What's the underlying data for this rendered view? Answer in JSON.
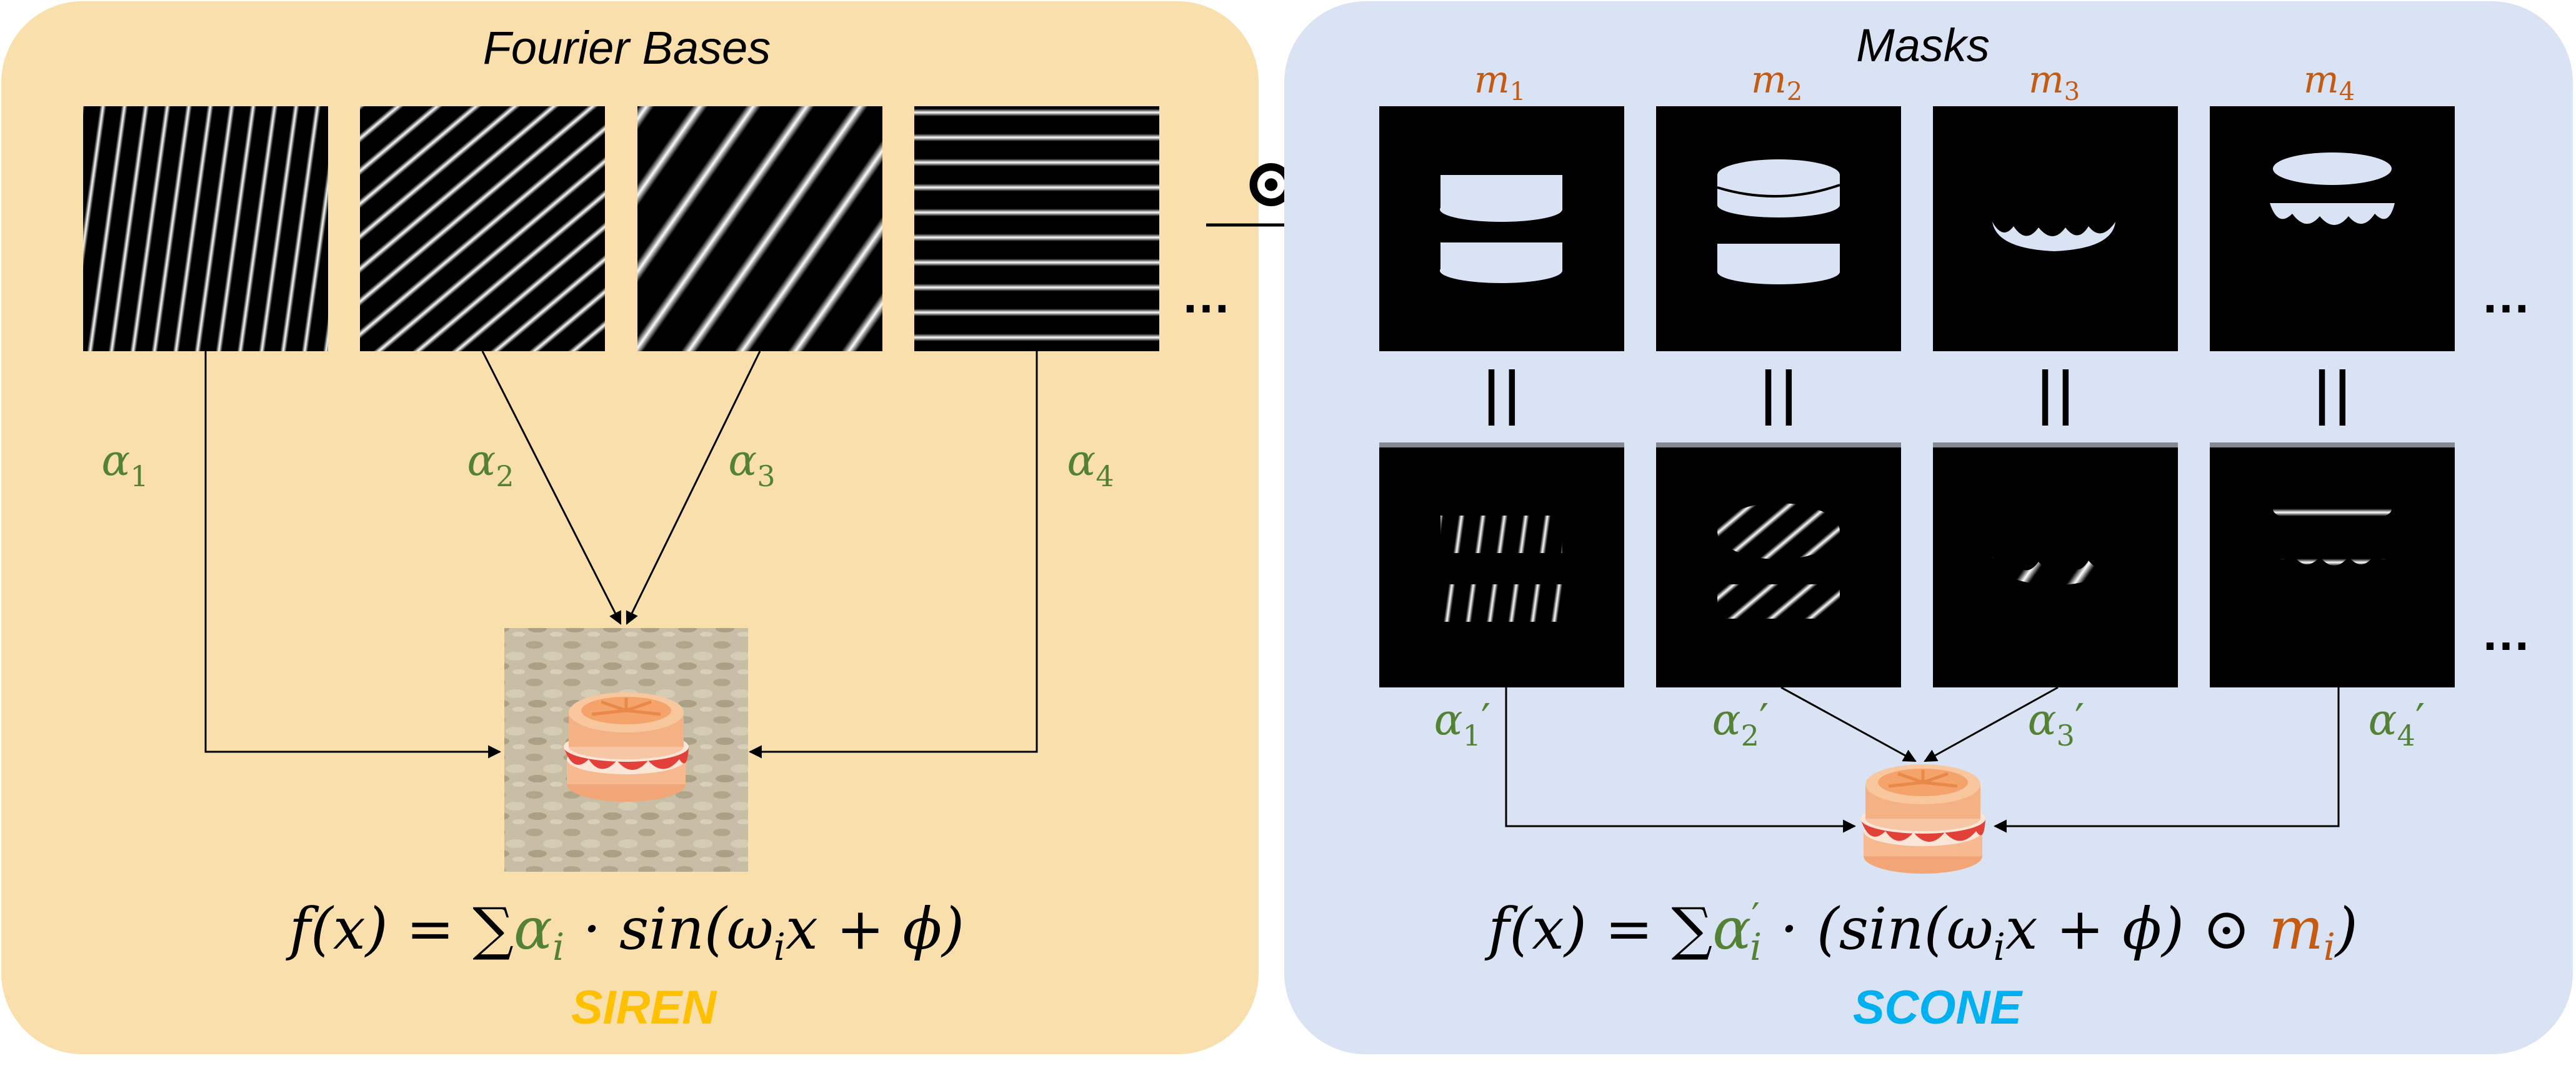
{
  "colors": {
    "left_panel_bg": "#f8dfac",
    "right_panel_bg": "#dae3f3",
    "alpha_green": "#548235",
    "mask_orange": "#c55a11",
    "siren_gold": "#ffc000",
    "scone_blue": "#00b0f0",
    "mask_fill": "#dae3f3",
    "bun_orange": "#f4b183",
    "jam_red": "#e2413a",
    "cream_white": "#fbe5d6"
  },
  "left_panel": {
    "title": "Fourier Bases",
    "ellipsis": "…",
    "alphas": [
      {
        "symbol": "α",
        "sub": "1"
      },
      {
        "symbol": "α",
        "sub": "2"
      },
      {
        "symbol": "α",
        "sub": "3"
      },
      {
        "symbol": "α",
        "sub": "4"
      }
    ],
    "formula": {
      "lhs": "f(x) = ∑",
      "alpha": "α",
      "alpha_sub": "i",
      "rest": " · sin(ω",
      "omega_sub": "i",
      "tail": "x + ϕ)"
    },
    "brand": "SIREN"
  },
  "operator_symbol": "⊙",
  "right_panel": {
    "title": "Masks",
    "mask_labels": [
      {
        "symbol": "m",
        "sub": "1"
      },
      {
        "symbol": "m",
        "sub": "2"
      },
      {
        "symbol": "m",
        "sub": "3"
      },
      {
        "symbol": "m",
        "sub": "4"
      }
    ],
    "equals_symbol": "||",
    "ellipsis": "…",
    "alphas": [
      {
        "symbol": "α",
        "sub": "1",
        "prime": "′"
      },
      {
        "symbol": "α",
        "sub": "2",
        "prime": "′"
      },
      {
        "symbol": "α",
        "sub": "3",
        "prime": "′"
      },
      {
        "symbol": "α",
        "sub": "4",
        "prime": "′"
      }
    ],
    "formula": {
      "lhs": "f(x) = ∑",
      "alpha": "α",
      "alpha_sup": "′",
      "alpha_sub": "i",
      "rest": " · (sin(ω",
      "omega_sub": "i",
      "mid": "x + ϕ) ⊙ ",
      "m": "m",
      "m_sub": "i",
      "close": ")"
    },
    "brand": "SCONE"
  },
  "icons": {
    "fourier_bases": [
      "vertical-stripes-icon",
      "diagonal-stripes-icon",
      "wide-diagonal-stripes-icon",
      "horizontal-stripes-icon"
    ],
    "reconstruction": "macaron-cake-icon"
  }
}
